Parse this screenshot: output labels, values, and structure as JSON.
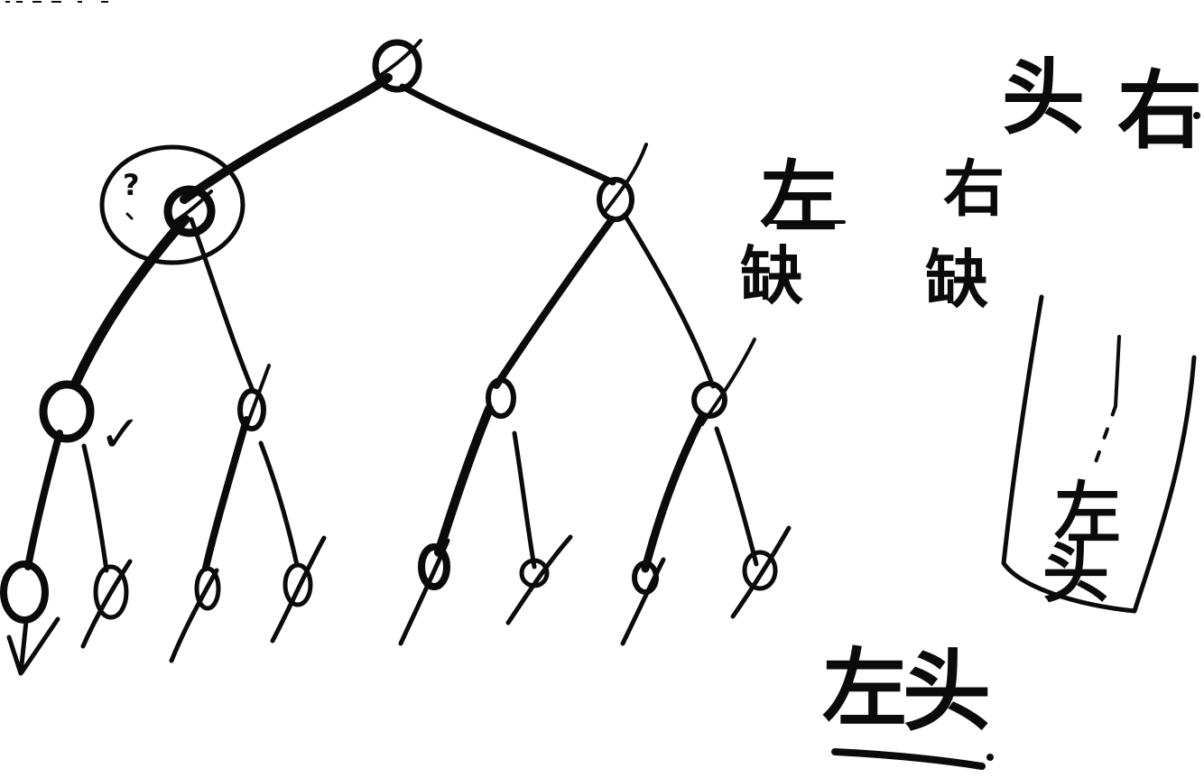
{
  "annotations": {
    "question_mark": "?",
    "checkmark": "✓",
    "left_missing_top": "左",
    "left_missing_bottom": "缺",
    "right_missing_top": "右",
    "right_missing_bottom": "缺",
    "head_right_1": "头",
    "head_right_2": "右",
    "stack_left": "左",
    "stack_head": "头",
    "bottom_left": "左",
    "bottom_head": "头"
  },
  "colors": {
    "ink": "#0b0b0b",
    "paper": "#ffffff"
  }
}
